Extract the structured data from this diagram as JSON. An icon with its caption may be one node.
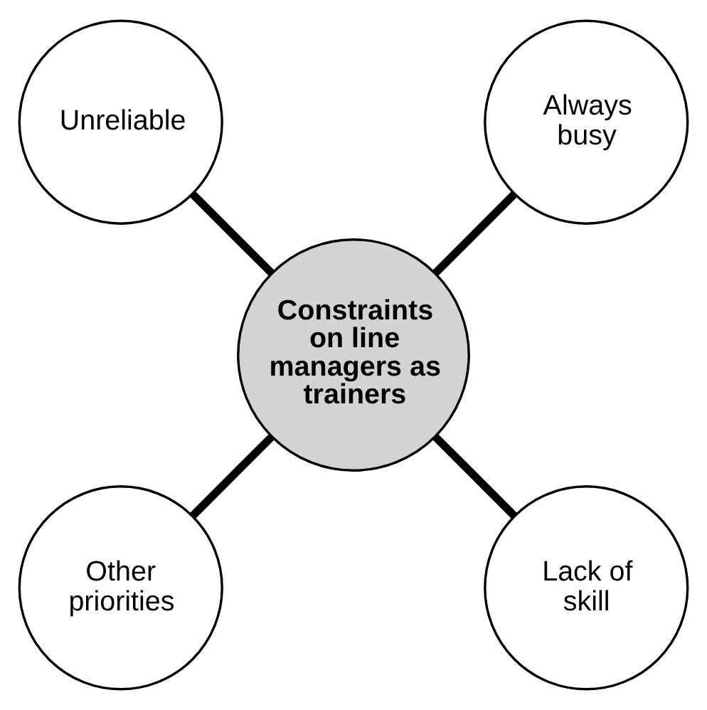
{
  "diagram": {
    "nodes": [
      {
        "text": [
          "Always busy"
        ]
      },
      {
        "text": [
          "Unreliable"
        ]
      },
      {
        "text": [
          "Constraints on line managers as trainers"
        ]
      },
      {
        "text": [
          "Other priorities"
        ]
      },
      {
        "text": [
          "Lack of skill"
        ]
      }
    ],
    "edges": [
      {
        "from": 2,
        "to": 0,
        "arrow": "none"
      },
      {
        "from": 2,
        "to": 1,
        "arrow": "none"
      },
      {
        "from": 2,
        "to": 3,
        "arrow": "none"
      },
      {
        "from": 2,
        "to": 4,
        "arrow": "none"
      }
    ]
  }
}
